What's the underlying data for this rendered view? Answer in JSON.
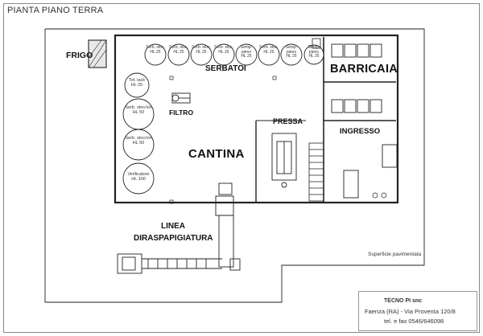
{
  "plan": {
    "title": "PIANTA PIANO TERRA",
    "rooms": {
      "frigo": "FRIGO",
      "serbatoi": "SERBATOI",
      "barricaia": "BARRICAIA",
      "filtro": "FILTRO",
      "pressa": "PRESSA",
      "ingresso": "INGRESSO",
      "cantina": "CANTINA",
      "linea_1": "LINEA",
      "linea_2": "DIRASPAPIGIATURA"
    },
    "note": "Superficie pavimentata",
    "top_tanks": [
      {
        "name": "Serb. stoc.",
        "cap": "HL 25"
      },
      {
        "name": "Serb. stoc.",
        "cap": "HL 25"
      },
      {
        "name": "Serb. stoc.",
        "cap": "HL 25"
      },
      {
        "name": "Serb. stoc.",
        "cap": "HL 25"
      },
      {
        "name": "Semp. pieno",
        "cap": "HL 25"
      },
      {
        "name": "Serb. stoc.",
        "cap": "HL 25"
      },
      {
        "name": "Semp. pieno",
        "cap": "HL 25"
      },
      {
        "name": "Semp. pieno",
        "cap": "HL 25"
      }
    ],
    "side_tanks": [
      {
        "name": "Tot. lack",
        "cap": "HL 25"
      },
      {
        "name": "Serb. stoc/vin",
        "cap": "HL 50"
      },
      {
        "name": "Serb. stoc/vin",
        "cap": "HL 50"
      },
      {
        "name": "Vinificatore",
        "cap": "HL 100"
      }
    ]
  },
  "company": {
    "name": "TECNO PI snc",
    "address": "Faenza (RA) - Via Proventa 120/8",
    "phone": "tel. e fax 0546/646098"
  }
}
